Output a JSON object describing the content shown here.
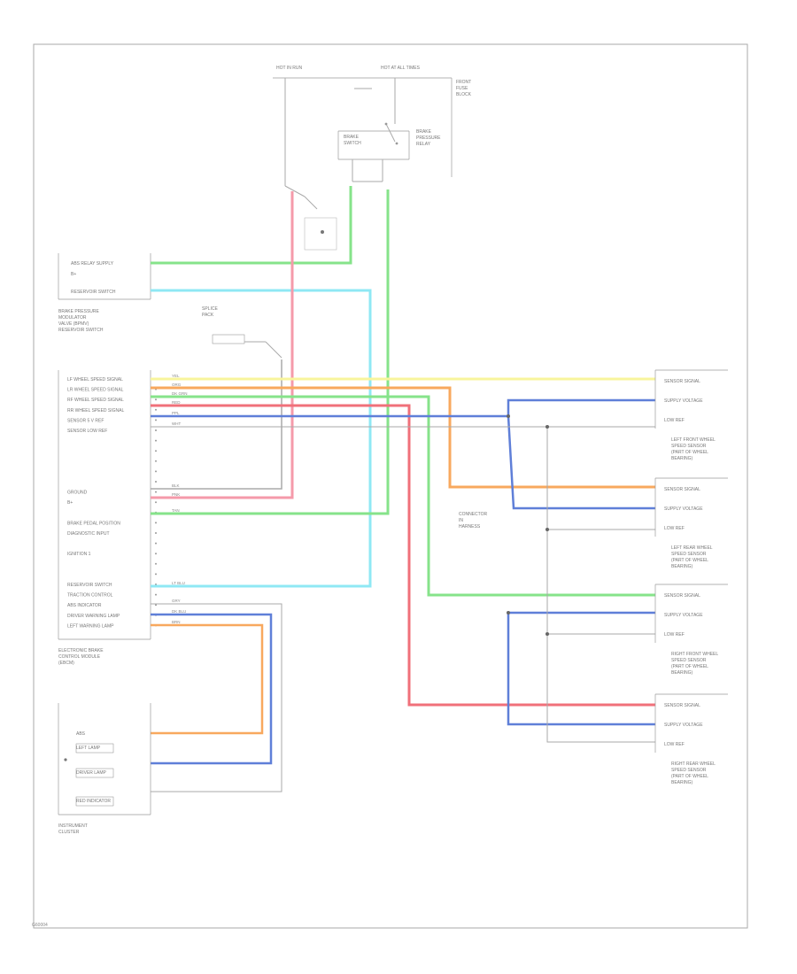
{
  "fuse_block": {
    "label_left": "HOT IN RUN",
    "label_right": "HOT AT ALL TIMES",
    "side_lines": [
      "FRONT",
      "FUSE",
      "BLOCK"
    ]
  },
  "brake_switch": {
    "label_lines": [
      "BRAKE",
      "SWITCH"
    ]
  },
  "relay": {
    "label_lines": [
      "BRAKE",
      "PRESSURE",
      "RELAY"
    ]
  },
  "module_top": {
    "pins": [
      "ABS RELAY SUPPLY",
      "B+",
      "RESERVOIR SWITCH"
    ],
    "caption_lines": [
      "BRAKE PRESSURE",
      "MODULATOR",
      "VALVE (BPMV)",
      "RESERVOIR SWITCH"
    ]
  },
  "main_module": {
    "pins": [
      "LF WHEEL SPEED SIGNAL",
      "LR WHEEL SPEED SIGNAL",
      "RF WHEEL SPEED SIGNAL",
      "RR WHEEL SPEED SIGNAL",
      "SENSOR 5 V REF",
      "SENSOR LOW REF",
      "",
      "",
      "",
      "",
      "",
      "GROUND",
      "B+",
      "",
      "BRAKE PEDAL POSITION",
      "DIAGNOSTIC INPUT",
      "",
      "IGNITION 1",
      "",
      "",
      "RESERVOIR SWITCH",
      "TRACTION CONTROL",
      "ABS INDICATOR",
      "DRIVER WARNING LAMP",
      "LEFT WARNING LAMP"
    ],
    "caption_lines": [
      "ELECTRONIC BRAKE",
      "CONTROL MODULE",
      "(EBCM)"
    ]
  },
  "sensors": [
    {
      "pins": [
        "SENSOR SIGNAL",
        "SUPPLY VOLTAGE",
        "LOW REF"
      ],
      "caption_lines": [
        "LEFT FRONT WHEEL",
        "SPEED SENSOR",
        "(PART OF WHEEL",
        "BEARING)"
      ]
    },
    {
      "pins": [
        "SENSOR SIGNAL",
        "SUPPLY VOLTAGE",
        "LOW REF"
      ],
      "caption_lines": [
        "LEFT REAR WHEEL",
        "SPEED SENSOR",
        "(PART OF WHEEL",
        "BEARING)"
      ]
    },
    {
      "pins": [
        "SENSOR SIGNAL",
        "SUPPLY VOLTAGE",
        "LOW REF"
      ],
      "caption_lines": [
        "RIGHT FRONT WHEEL",
        "SPEED SENSOR",
        "(PART OF WHEEL",
        "BEARING)"
      ]
    },
    {
      "pins": [
        "SENSOR SIGNAL",
        "SUPPLY VOLTAGE",
        "LOW REF"
      ],
      "caption_lines": [
        "RIGHT REAR WHEEL",
        "SPEED SENSOR",
        "(PART OF WHEEL",
        "BEARING)"
      ]
    }
  ],
  "cluster": {
    "items": [
      "ABS",
      "LEFT LAMP",
      "DRIVER LAMP",
      "RED INDICATOR"
    ],
    "caption_lines": [
      "INSTRUMENT",
      "CLUSTER"
    ]
  },
  "middle_notes": [
    [
      "SPLICE",
      "PACK"
    ],
    [
      "CONNECTOR",
      "IN",
      "HARNESS"
    ]
  ],
  "wire_labels": {
    "colors": [
      "YEL",
      "ORG",
      "DK GRN",
      "RED",
      "BLK",
      "PNK",
      "TAN",
      "LT BLU",
      "DK BLU",
      "GRY",
      "WHT",
      "BRN",
      "PPL"
    ]
  },
  "footer_text": "G60004",
  "colors": {
    "yellow": "#f8f59c",
    "orange": "#f8a85e",
    "green": "#86e38a",
    "blue": "#5f7fd8",
    "pink": "#f59aaa",
    "red": "#f0707a",
    "cyan": "#8fe8f4",
    "gray": "#aaaaaa"
  }
}
